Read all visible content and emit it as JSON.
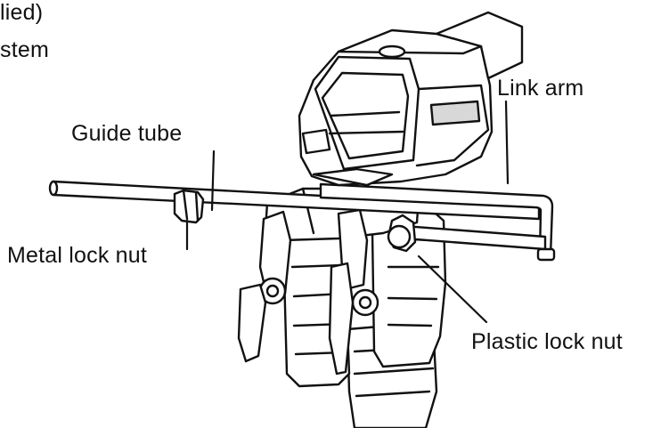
{
  "labels": {
    "clipped_top": "lied)",
    "clipped_second": "stem",
    "guide_tube": "Guide tube",
    "link_arm": "Link arm",
    "metal_lock_nut": "Metal lock nut",
    "plastic_lock_nut": "Plastic lock nut"
  },
  "colors": {
    "line": "#111111",
    "fill": "#ffffff",
    "shade": "#d8d8d8"
  }
}
